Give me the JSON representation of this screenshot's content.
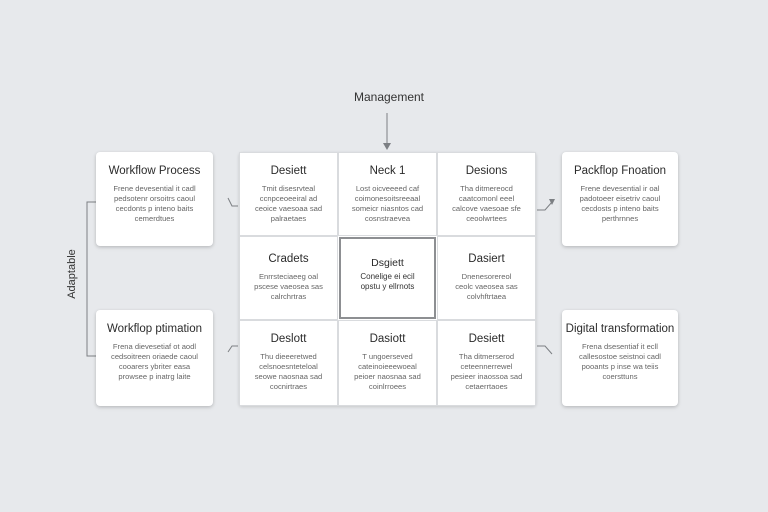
{
  "diagram": {
    "top_label": "Management",
    "side_label": "Adaptable",
    "left_cards": [
      {
        "title": "Workflow Process",
        "body": "Frene devesential it cadl\npedsotenr orsoitrs caoul\ncecdonts p inteno baits\ncemerdtues"
      },
      {
        "title": "Workflop ptimation",
        "body": "Frena dievesetiaf ot aodl\ncedsoitreen oriaede caoul\ncooarers ybriter easa\nprowsee p inatrg laite"
      }
    ],
    "right_cards": [
      {
        "title": "Packflop Fnoation",
        "body": "Frene devesential ir oal\npadotoeer eisetriv caoul\ncecdosts p inteno baits\nperthrnnes"
      },
      {
        "title": "Digital transformation",
        "body": "Frena dsesentiaf it ecll\ncallesostoe seistnoi cadl\npooants p inse wa teiis\ncoersttuns"
      }
    ],
    "grid": [
      {
        "title": "Desiett",
        "body": "Tmit disesrvteal\nccnpceoeeiral ad\nceoice vaesoaa sad\npalraetaes",
        "center": false
      },
      {
        "title": "Neck 1",
        "body": "Lost oicveeeed caf\ncoimonesoitsreeaal\nsomeicr niasntos cad\ncosnstraevea",
        "center": false
      },
      {
        "title": "Desions",
        "body": "Tha ditmereocd\ncaatcomonl eeel\ncalcove vaesoae sfe\nceoolwrtees",
        "center": false
      },
      {
        "title": "Cradets",
        "body": "Enrrsteciaeeg oal\npscese vaeosea sas\ncalrchrtras",
        "center": false
      },
      {
        "title": "Dsgiett",
        "body": "Conelige ei ecil\nopstu y ellrnots",
        "center": true
      },
      {
        "title": "Dasiert",
        "body": "Dnenesorereol\nceolc vaeosea sas\ncolvhftrtaea",
        "center": false
      },
      {
        "title": "Deslott",
        "body": "Thu dieeeretwed\ncelsnoesnteteloal\nseowe naosnaa sad\ncocnirtraes",
        "center": false
      },
      {
        "title": "Dasiott",
        "body": "T ungoerseved\ncateinoieeewoeal\npeioer naosnaa sad\ncoinlrroees",
        "center": false
      },
      {
        "title": "Desiett",
        "body": "Tha ditmerserod\nceteennerrewel\npesieer inaossoa sad\ncetaerrtaoes",
        "center": false
      }
    ]
  }
}
